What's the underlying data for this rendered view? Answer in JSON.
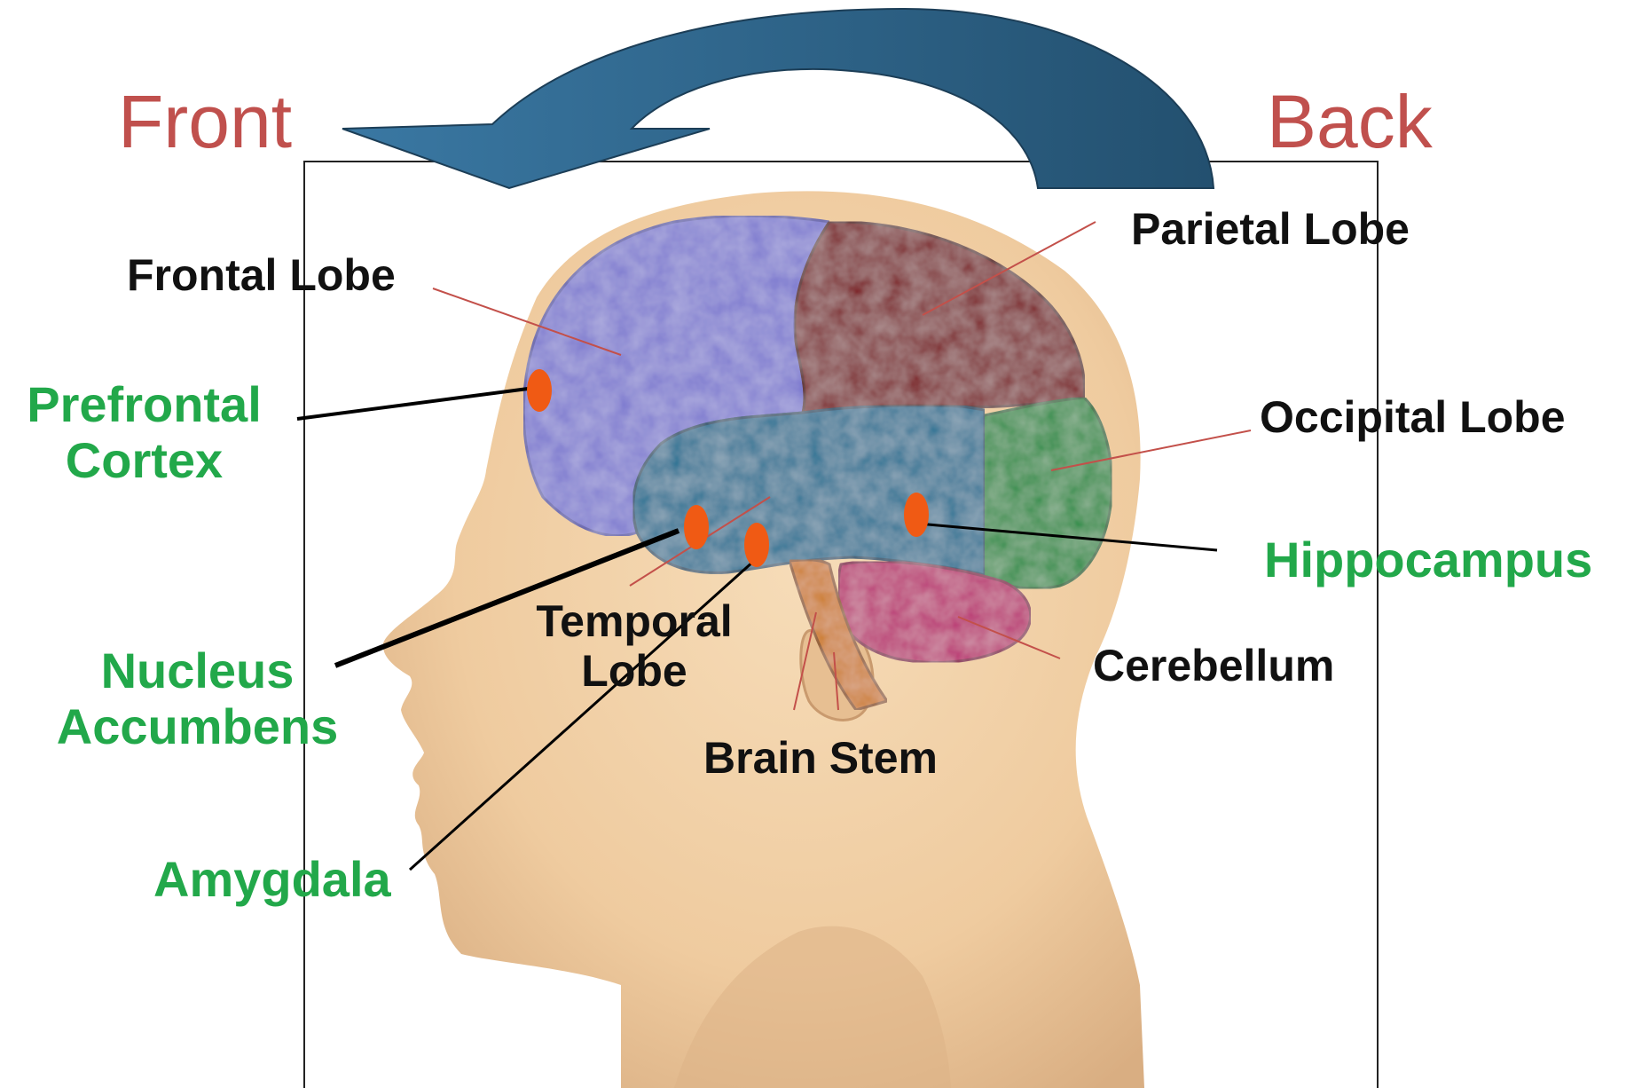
{
  "direction": {
    "front": "Front",
    "back": "Back"
  },
  "regions": {
    "frontal": "Frontal Lobe",
    "parietal": "Parietal Lobe",
    "occipital": "Occipital Lobe",
    "temporal_line1": "Temporal",
    "temporal_line2": "Lobe",
    "cerebellum": "Cerebellum",
    "brain_stem": "Brain Stem"
  },
  "structures": {
    "prefrontal_line1": "Prefrontal",
    "prefrontal_line2": "Cortex",
    "hippocampus": "Hippocampus",
    "nucleus_line1": "Nucleus",
    "nucleus_line2": "Accumbens",
    "amygdala": "Amygdala"
  },
  "colors": {
    "direction_text": "#c0504d",
    "region_text": "#111111",
    "structure_text": "#22a84a",
    "arrow": "#2e6488",
    "marker": "#f05a14",
    "frontal_lobe": "#7b78cf",
    "parietal_lobe": "#7a0f12",
    "temporal_lobe": "#1e6f92",
    "occipital_lobe": "#1f8a3c",
    "cerebellum": "#b81e6c",
    "brain_stem": "#cc7a1c",
    "skin": "#f1cfa6"
  }
}
